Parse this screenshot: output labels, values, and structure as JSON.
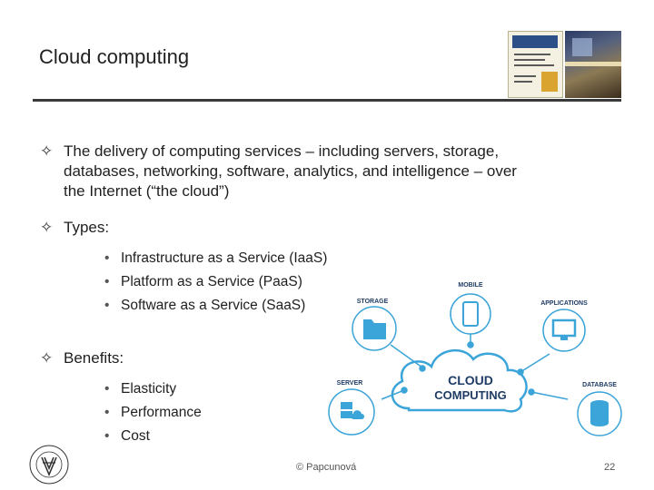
{
  "slide": {
    "title": "Cloud computing",
    "bullets": [
      {
        "text": "The delivery of computing services – including servers, storage, databases, networking, software, analytics, and intelligence – over the Internet (“the cloud”)",
        "lines": [
          "The delivery of computing services – including servers, storage,",
          "databases, networking, software, analytics, and intelligence – over",
          "the Internet (“the cloud”)"
        ]
      },
      {
        "text": "Types:",
        "items": [
          "Infrastructure as a Service (IaaS)",
          "Platform as a Service (PaaS)",
          "Software as a Service (SaaS)"
        ]
      },
      {
        "text": "Benefits:",
        "items": [
          "Elasticity",
          "Performance",
          "Cost"
        ]
      }
    ],
    "bullet_mark": "✧",
    "sub_mark": "•"
  },
  "diagram": {
    "center_line1": "CLOUD",
    "center_line2": "COMPUTING",
    "nodes": {
      "mobile": "MOBILE",
      "storage": "STORAGE",
      "applications": "APPLICATIONS",
      "server": "SERVER",
      "database": "DATABASE"
    },
    "colors": {
      "ring": "#3ba4d8",
      "icon": "#3ba4d8",
      "text": "#1f3c66"
    }
  },
  "footer": {
    "author": "© Papcunová",
    "page": "22"
  }
}
